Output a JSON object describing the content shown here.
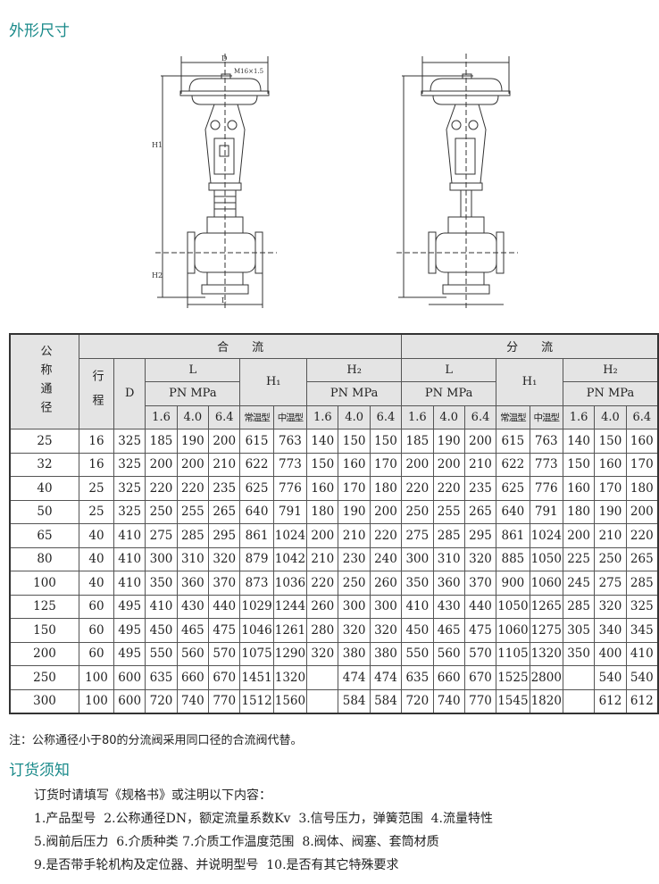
{
  "title": "外形尺寸",
  "drawing": {
    "d": "D",
    "thread": "M16×1.5",
    "h1": "H1",
    "h2": "H2",
    "l": "L"
  },
  "table": {
    "h_dn": "公称通径",
    "h_stroke": "行程",
    "h_d": "D",
    "h_merge": "合　　流",
    "h_split": "分　　流",
    "h_l": "L",
    "h_h1": "H₁",
    "h_h2": "H₂",
    "h_pn": "PN MPa",
    "p16": "1.6",
    "p40": "4.0",
    "p64": "6.4",
    "normal": "常温型",
    "mid": "中温型",
    "rows": [
      [
        "25",
        "16",
        "325",
        "185",
        "190",
        "200",
        "615",
        "763",
        "140",
        "150",
        "150",
        "185",
        "190",
        "200",
        "615",
        "763",
        "140",
        "150",
        "160"
      ],
      [
        "32",
        "16",
        "325",
        "200",
        "200",
        "210",
        "622",
        "773",
        "150",
        "160",
        "170",
        "200",
        "200",
        "210",
        "622",
        "773",
        "150",
        "160",
        "170"
      ],
      [
        "40",
        "25",
        "325",
        "220",
        "220",
        "235",
        "625",
        "776",
        "160",
        "170",
        "180",
        "220",
        "220",
        "235",
        "625",
        "776",
        "160",
        "170",
        "180"
      ],
      [
        "50",
        "25",
        "325",
        "250",
        "255",
        "265",
        "640",
        "791",
        "180",
        "190",
        "200",
        "250",
        "255",
        "265",
        "640",
        "791",
        "180",
        "190",
        "200"
      ],
      [
        "65",
        "40",
        "410",
        "275",
        "285",
        "295",
        "861",
        "1024",
        "200",
        "210",
        "220",
        "275",
        "285",
        "295",
        "861",
        "1024",
        "200",
        "210",
        "220"
      ],
      [
        "80",
        "40",
        "410",
        "300",
        "310",
        "320",
        "879",
        "1042",
        "210",
        "230",
        "240",
        "300",
        "310",
        "320",
        "885",
        "1050",
        "225",
        "250",
        "265"
      ],
      [
        "100",
        "40",
        "410",
        "350",
        "360",
        "370",
        "873",
        "1036",
        "220",
        "250",
        "260",
        "350",
        "360",
        "370",
        "900",
        "1060",
        "245",
        "275",
        "285"
      ],
      [
        "125",
        "60",
        "495",
        "410",
        "430",
        "440",
        "1029",
        "1244",
        "260",
        "300",
        "300",
        "410",
        "430",
        "440",
        "1050",
        "1265",
        "285",
        "320",
        "325"
      ],
      [
        "150",
        "60",
        "495",
        "450",
        "465",
        "475",
        "1046",
        "1261",
        "280",
        "320",
        "320",
        "450",
        "465",
        "475",
        "1060",
        "1275",
        "305",
        "340",
        "345"
      ],
      [
        "200",
        "60",
        "495",
        "550",
        "560",
        "570",
        "1075",
        "1290",
        "320",
        "380",
        "380",
        "550",
        "560",
        "570",
        "1105",
        "1320",
        "350",
        "400",
        "410"
      ],
      [
        "250",
        "100",
        "600",
        "635",
        "660",
        "670",
        "1451",
        "1320",
        "",
        "474",
        "474",
        "635",
        "660",
        "670",
        "1525",
        "2800",
        "",
        "540",
        "540"
      ],
      [
        "300",
        "100",
        "600",
        "720",
        "740",
        "770",
        "1512",
        "1560",
        "",
        "584",
        "584",
        "720",
        "740",
        "770",
        "1545",
        "1820",
        "",
        "612",
        "612"
      ]
    ]
  },
  "note": "注：公称通径小于80的分流阀采用同口径的合流阀代替。",
  "order": {
    "title": "订货须知",
    "intro": "订货时请填写《规格书》或注明以下内容：",
    "line1": "1.产品型号  2.公称通径DN，额定流量系数Kv  3.信号压力，弹簧范围  4.流量特性",
    "line2": "5.阀前后压力  6.介质种类 7.介质工作温度范围  8.阀体、阀塞、套筒材质",
    "line3": "9.是否带手轮机构及定位器、并说明型号  10.是否有其它特殊要求"
  }
}
